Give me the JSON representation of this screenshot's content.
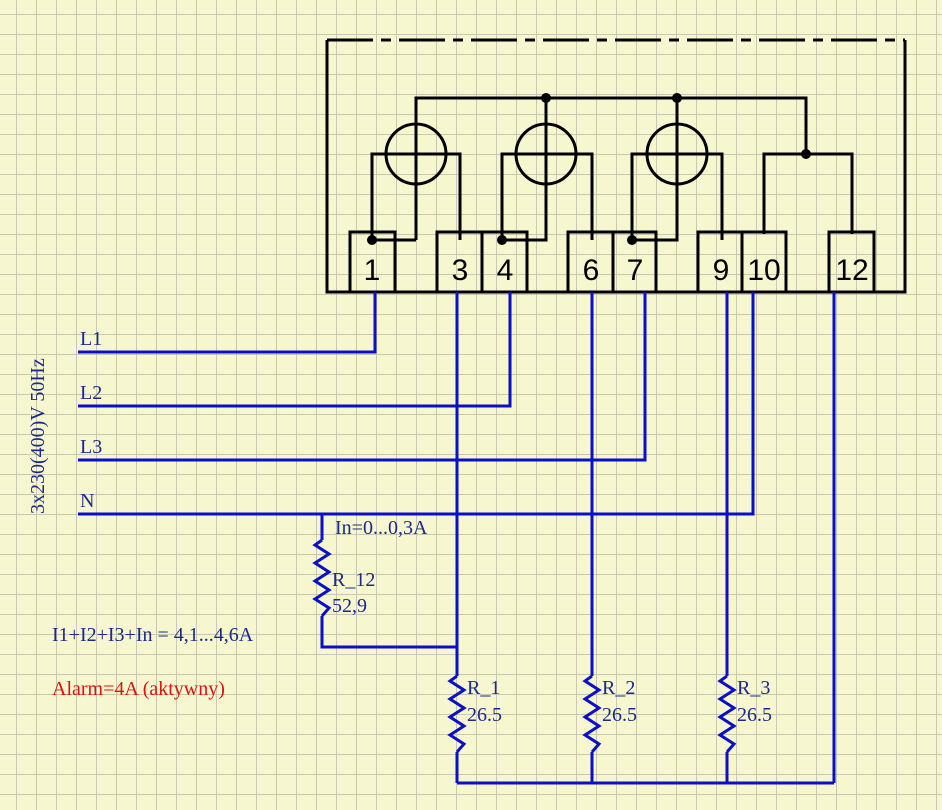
{
  "supply_label": "3x230(400)V 50Hz",
  "lines": [
    {
      "id": "L1",
      "label": "L1",
      "terminal": "1"
    },
    {
      "id": "L2",
      "label": "L2",
      "terminal": "4"
    },
    {
      "id": "L3",
      "label": "L3",
      "terminal": "7"
    },
    {
      "id": "N",
      "label": "N",
      "terminal": "10"
    }
  ],
  "terminals": [
    "1",
    "3",
    "4",
    "6",
    "7",
    "9",
    "10",
    "12"
  ],
  "resistors": [
    {
      "id": "R_12",
      "name": "R_12",
      "value": "52,9"
    },
    {
      "id": "R_1",
      "name": "R_1",
      "value": "26.5"
    },
    {
      "id": "R_2",
      "name": "R_2",
      "value": "26.5"
    },
    {
      "id": "R_3",
      "name": "R_3",
      "value": "26.5"
    }
  ],
  "annotations": {
    "in_range": "In=0...0,3A",
    "sum_current": "I1+I2+I3+In = 4,1...4,6A",
    "alarm": "Alarm=4A (aktywny)"
  },
  "colors": {
    "wire": "#0a10c8",
    "meter": "#000000",
    "alarm_text": "#e01010",
    "label_text": "#1a2a8a",
    "background": "#f6f6cf"
  }
}
